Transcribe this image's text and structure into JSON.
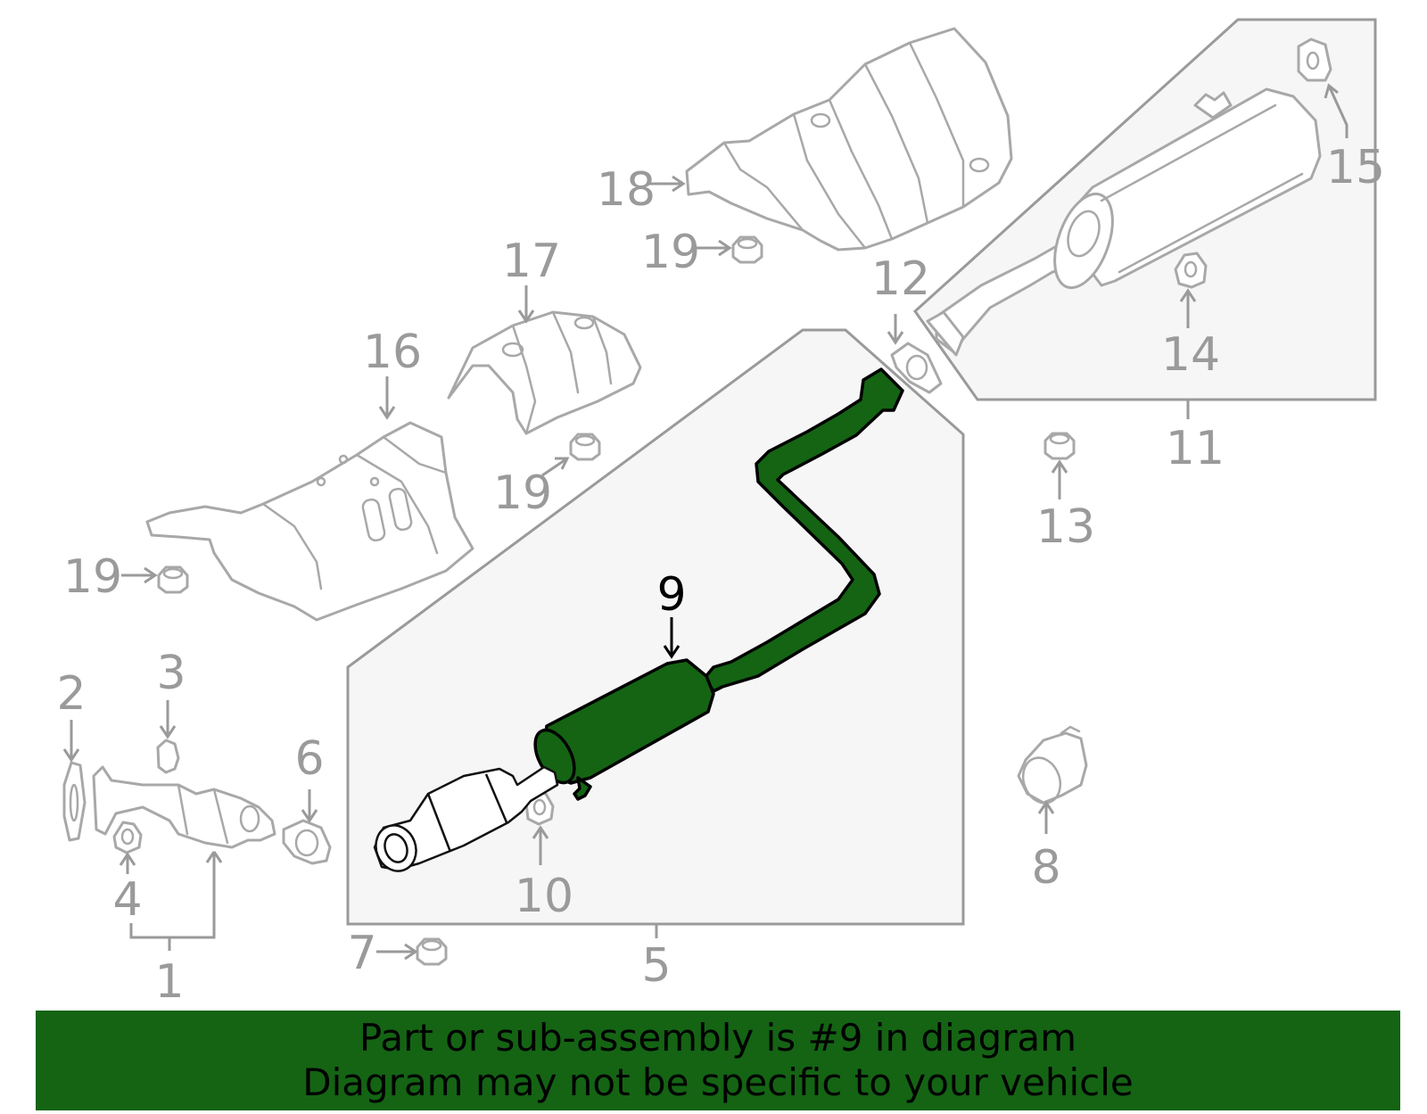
{
  "diagram": {
    "callouts": {
      "c1": "1",
      "c2": "2",
      "c3": "3",
      "c4": "4",
      "c5": "5",
      "c6": "6",
      "c7": "7",
      "c8": "8",
      "c9": "9",
      "c10": "10",
      "c11": "11",
      "c12": "12",
      "c13": "13",
      "c14": "14",
      "c15": "15",
      "c16": "16",
      "c17": "17",
      "c18": "18",
      "c19a": "19",
      "c19b": "19",
      "c19c": "19"
    },
    "highlighted_part": "9",
    "highlight_color": "#146414",
    "label_color": "#9a9a9a"
  },
  "banner": {
    "line1": "Part or sub-assembly is #9 in diagram",
    "line2": "Diagram may not be specific to your vehicle",
    "background": "#146414"
  }
}
